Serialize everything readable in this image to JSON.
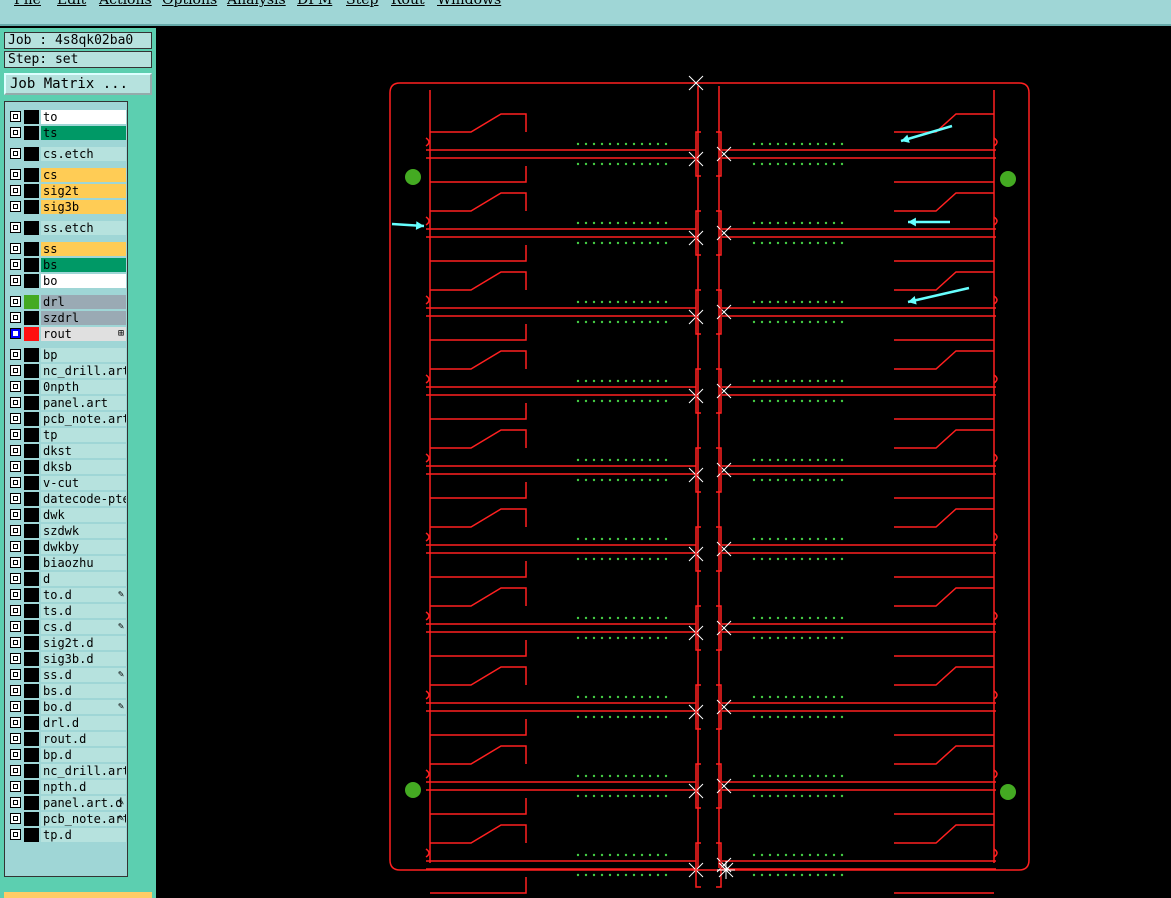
{
  "menu": [
    "File",
    "Edit",
    "Actions",
    "Options",
    "Analysis",
    "DFM",
    "Step",
    "Rout",
    "Windows"
  ],
  "job_label": "Job : 4s8qk02ba0",
  "step_label": "Step: set",
  "job_matrix_button": "Job Matrix ...",
  "layers": [
    {
      "name": "to",
      "color": "#ffffff"
    },
    {
      "name": "ts",
      "color": "#009966"
    },
    {
      "name": "cs.etch",
      "color": "#b6e2de"
    },
    {
      "name": "cs",
      "color": "#ffcc55"
    },
    {
      "name": "sig2t",
      "color": "#ffcc55"
    },
    {
      "name": "sig3b",
      "color": "#ffcc55"
    },
    {
      "name": "ss.etch",
      "color": "#b6e2de"
    },
    {
      "name": "ss",
      "color": "#ffcc55"
    },
    {
      "name": "bs",
      "color": "#009966"
    },
    {
      "name": "bo",
      "color": "#ffffff"
    },
    {
      "name": "drl",
      "color": "#9aaab4"
    },
    {
      "name": "szdrl",
      "color": "#9aaab4"
    },
    {
      "name": "rout",
      "color": "#e0e0e0"
    },
    {
      "name": "bp",
      "color": "#b6e2de"
    },
    {
      "name": "nc_drill.art",
      "color": "#b6e2de"
    },
    {
      "name": "0npth",
      "color": "#b6e2de"
    },
    {
      "name": "panel.art",
      "color": "#b6e2de"
    },
    {
      "name": "pcb_note.art",
      "color": "#b6e2de"
    },
    {
      "name": "tp",
      "color": "#b6e2de"
    },
    {
      "name": "dkst",
      "color": "#b6e2de"
    },
    {
      "name": "dksb",
      "color": "#b6e2de"
    },
    {
      "name": "v-cut",
      "color": "#b6e2de"
    },
    {
      "name": "datecode-pte",
      "color": "#b6e2de"
    },
    {
      "name": "dwk",
      "color": "#b6e2de"
    },
    {
      "name": "szdwk",
      "color": "#b6e2de"
    },
    {
      "name": "dwkby",
      "color": "#b6e2de"
    },
    {
      "name": "biaozhu",
      "color": "#b6e2de"
    },
    {
      "name": "d",
      "color": "#b6e2de"
    },
    {
      "name": "to.d",
      "color": "#b6e2de"
    },
    {
      "name": "ts.d",
      "color": "#b6e2de"
    },
    {
      "name": "cs.d",
      "color": "#b6e2de"
    },
    {
      "name": "sig2t.d",
      "color": "#b6e2de"
    },
    {
      "name": "sig3b.d",
      "color": "#b6e2de"
    },
    {
      "name": "ss.d",
      "color": "#b6e2de"
    },
    {
      "name": "bs.d",
      "color": "#b6e2de"
    },
    {
      "name": "bo.d",
      "color": "#b6e2de"
    },
    {
      "name": "drl.d",
      "color": "#b6e2de"
    },
    {
      "name": "rout.d",
      "color": "#b6e2de"
    },
    {
      "name": "bp.d",
      "color": "#b6e2de"
    },
    {
      "name": "nc_drill.art",
      "color": "#b6e2de"
    },
    {
      "name": "npth.d",
      "color": "#b6e2de"
    },
    {
      "name": "panel.art.d",
      "color": "#b6e2de"
    },
    {
      "name": "pcb_note.art",
      "color": "#b6e2de"
    },
    {
      "name": "tp.d",
      "color": "#b6e2de"
    }
  ],
  "colors": {
    "rout_line": "#ff2020",
    "drill": "#44aa22",
    "arrow": "#66ffff",
    "cross": "#ffffff",
    "pads": "#44cc44"
  }
}
